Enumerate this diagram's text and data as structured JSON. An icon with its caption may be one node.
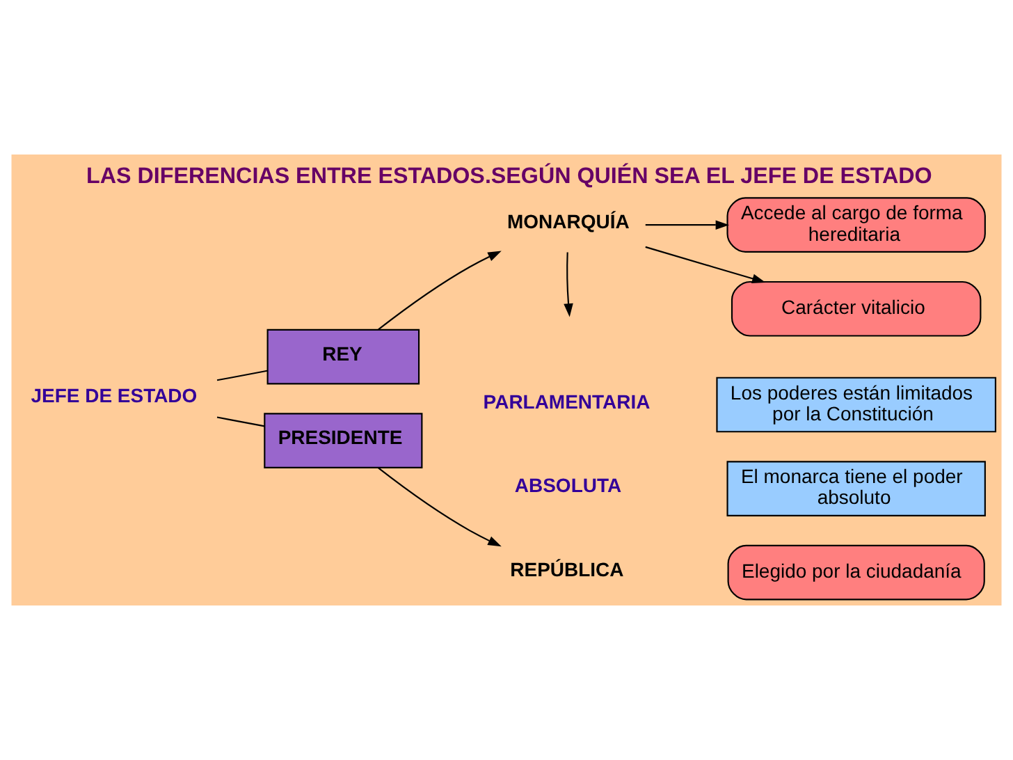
{
  "diagram": {
    "title": "LAS DIFERENCIAS ENTRE ESTADOS.SEGÚN QUIÉN SEA EL JEFE DE ESTADO",
    "nodes": [
      {
        "text": [
          "JEFE DE ESTADO"
        ]
      },
      {
        "text": [
          "REY"
        ]
      },
      {
        "text": [
          "PRESIDENTE"
        ]
      },
      {
        "text": [
          "MONARQUÍA"
        ]
      },
      {
        "text": [
          "Accede al cargo de forma hereditaria"
        ]
      },
      {
        "text": [
          "Carácter vitalicio"
        ]
      },
      {
        "text": [
          "PARLAMENTARIA"
        ]
      },
      {
        "text": [
          "ABSOLUTA"
        ]
      },
      {
        "text": [
          "Los poderes están limitados por la Constitución"
        ]
      },
      {
        "text": [
          "El monarca tiene el poder absoluto"
        ]
      },
      {
        "text": [
          "REPÚBLICA"
        ]
      },
      {
        "text": [
          "Elegido por la ciudadanía"
        ]
      }
    ],
    "edges": [
      {
        "from": 0,
        "to": 1,
        "arrow": "none"
      },
      {
        "from": 0,
        "to": 2,
        "arrow": "none"
      },
      {
        "from": 1,
        "to": 3,
        "arrow": "to"
      },
      {
        "from": 3,
        "to": 4,
        "arrow": "to"
      },
      {
        "from": 3,
        "to": 5,
        "arrow": "to"
      },
      {
        "from": 3,
        "to": null,
        "arrow": "to"
      },
      {
        "from": 2,
        "to": 10,
        "arrow": "to"
      }
    ]
  }
}
